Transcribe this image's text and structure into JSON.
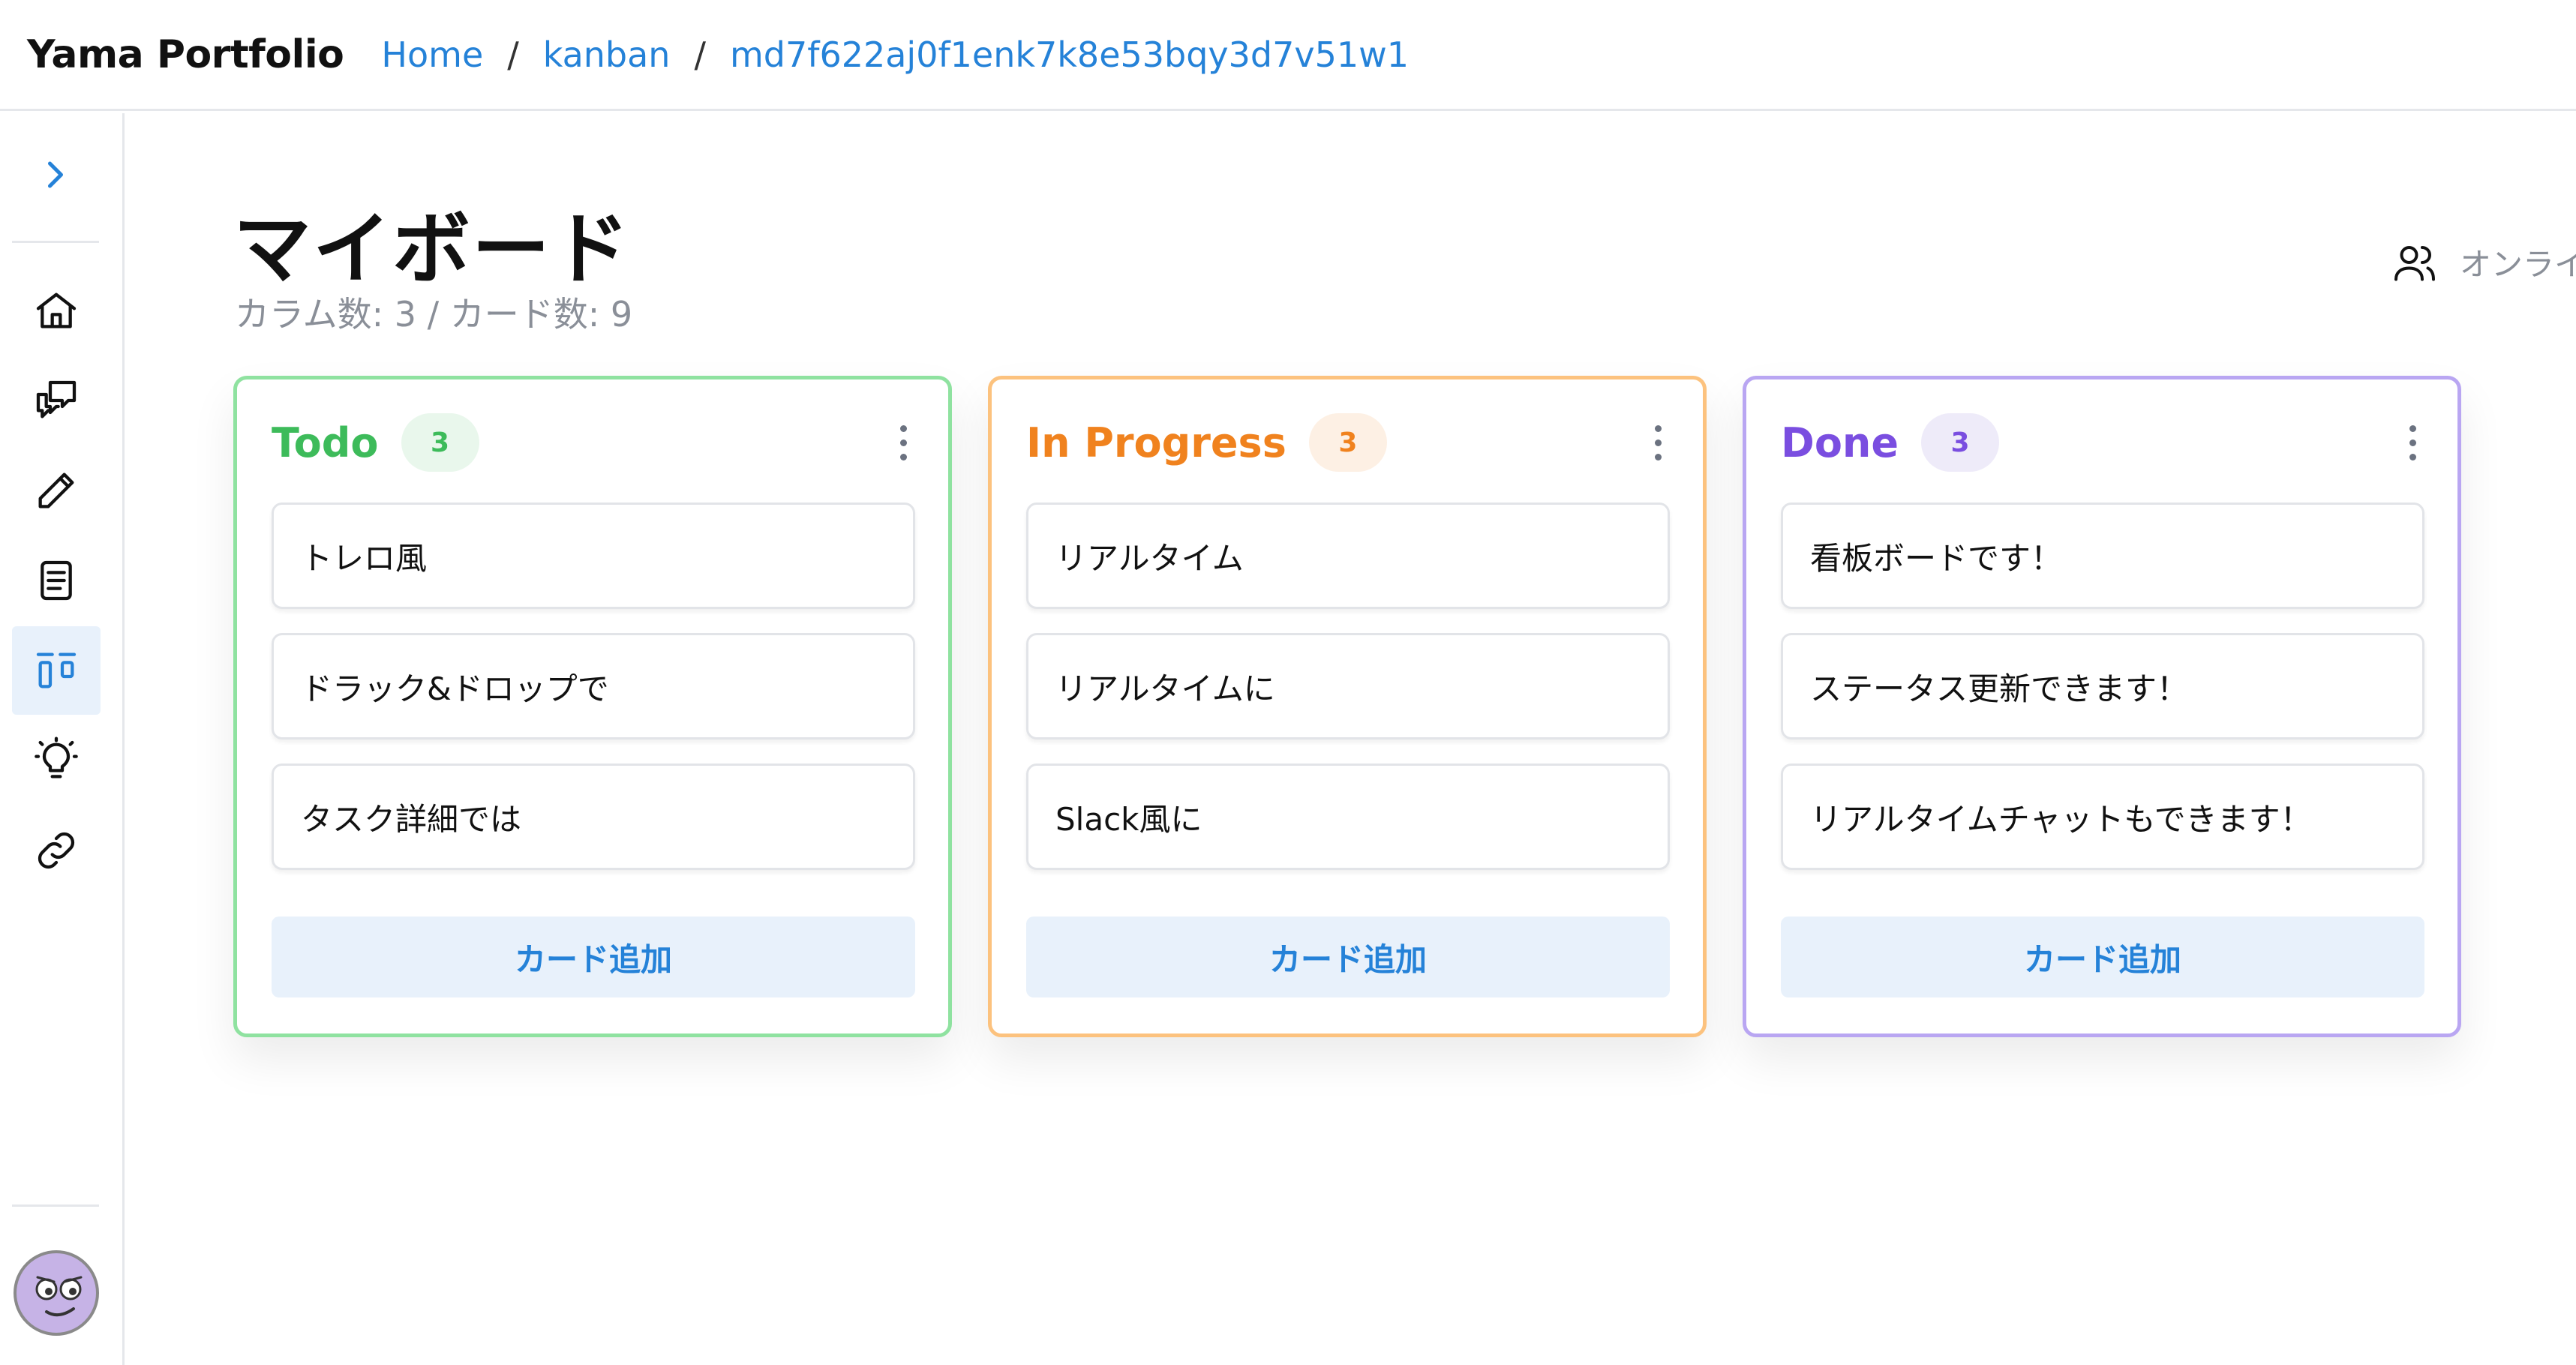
{
  "header": {
    "brand": "Yama Portfolio",
    "breadcrumb": [
      "Home",
      "kanban",
      "md7f622aj0f1enk7k8e53bqy3d7v51w1"
    ],
    "separator": "/"
  },
  "sidebar": {
    "toggle_icon": "chevron-right-icon",
    "items": [
      {
        "icon": "home-icon",
        "active": false
      },
      {
        "icon": "chat-icon",
        "active": false
      },
      {
        "icon": "pencil-icon",
        "active": false
      },
      {
        "icon": "document-icon",
        "active": false
      },
      {
        "icon": "kanban-icon",
        "active": true
      },
      {
        "icon": "lightbulb-icon",
        "active": false
      },
      {
        "icon": "link-icon",
        "active": false
      }
    ],
    "avatar_icon": "user-avatar-icon"
  },
  "board": {
    "title": "マイボード",
    "subtitle": "カラム数: 3 / カード数: 9",
    "online_label": "オンライ",
    "online_icon": "users-icon",
    "columns": [
      {
        "title": "Todo",
        "count": "3",
        "color": "#3dbb5a",
        "border": "#8fe2a0",
        "badge_bg": "#e9f7ec",
        "cards": [
          "トレロ風",
          "ドラック&ドロップで",
          "タスク詳細では"
        ],
        "add_label": "カード追加"
      },
      {
        "title": "In Progress",
        "count": "3",
        "color": "#f0821e",
        "border": "#fcc27e",
        "badge_bg": "#fdf0e4",
        "cards": [
          "リアルタイム",
          "リアルタイムに",
          "Slack風に"
        ],
        "add_label": "カード追加"
      },
      {
        "title": "Done",
        "count": "3",
        "color": "#7a4ee0",
        "border": "#b9a6f2",
        "badge_bg": "#eeebf9",
        "cards": [
          "看板ボードです！",
          "ステータス更新できます！",
          "リアルタイムチャットもできます！"
        ],
        "add_label": "カード追加"
      }
    ]
  }
}
